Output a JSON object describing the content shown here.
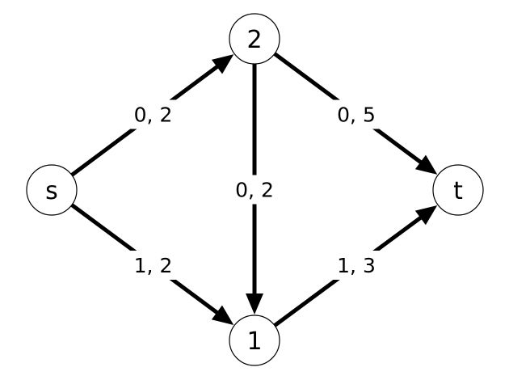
{
  "diagram": {
    "nodes": [
      {
        "id": "s",
        "label": "s"
      },
      {
        "id": "2",
        "label": "2"
      },
      {
        "id": "1",
        "label": "1"
      },
      {
        "id": "t",
        "label": "t"
      }
    ],
    "edges": [
      {
        "from": "s",
        "to": "2",
        "label": "0, 2"
      },
      {
        "from": "s",
        "to": "1",
        "label": "1, 2"
      },
      {
        "from": "2",
        "to": "1",
        "label": "0, 2"
      },
      {
        "from": "2",
        "to": "t",
        "label": "0, 5"
      },
      {
        "from": "1",
        "to": "t",
        "label": "1, 3"
      }
    ],
    "colors": {
      "stroke": "#000000",
      "background": "#ffffff"
    }
  }
}
